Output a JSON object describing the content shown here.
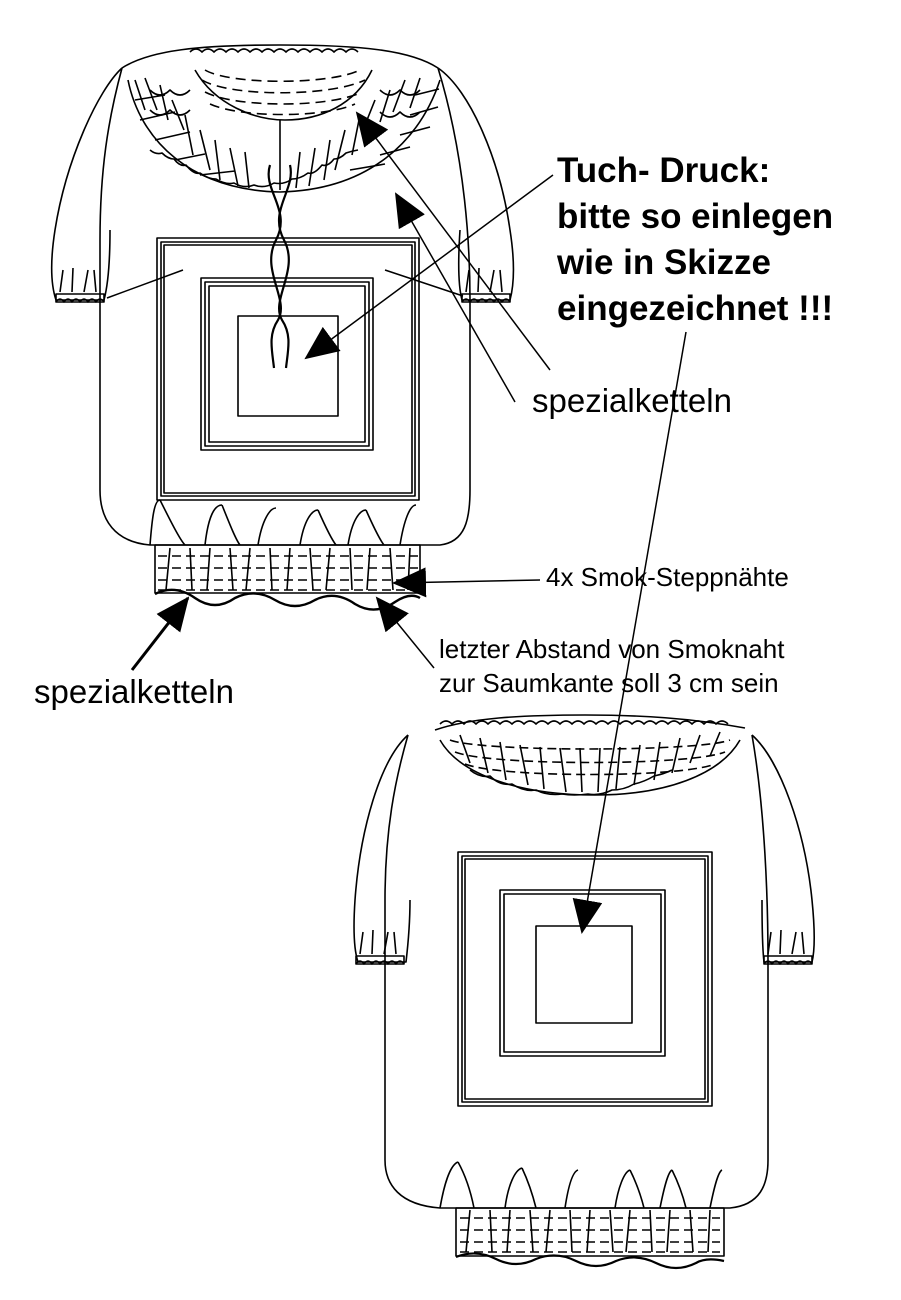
{
  "labels": {
    "title_lines": [
      "Tuch- Druck:",
      "bitte so einlegen",
      "wie in Skizze",
      "eingezeichnet !!!"
    ],
    "spezialketteln_right": "spezialketteln",
    "smok_steppnaehte": "4x Smok-Steppnähte",
    "abstand_lines": [
      "letzter Abstand von Smoknaht",
      "zur Saumkante soll 3 cm sein"
    ],
    "spezialketteln_left": "spezialketteln"
  },
  "colors": {
    "line": "#000000",
    "background": "#ffffff"
  }
}
